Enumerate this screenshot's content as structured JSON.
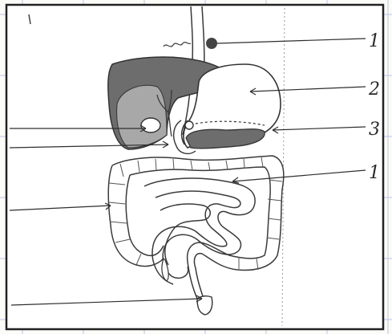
{
  "labels": [
    "1",
    "2",
    "3",
    "1"
  ],
  "colors": {
    "ink": "#3a3a3a",
    "organ_dark": "#6d6d6d",
    "organ_mid": "#a8a8a8",
    "grid": "#b9c4e6",
    "frame": "#222222"
  }
}
